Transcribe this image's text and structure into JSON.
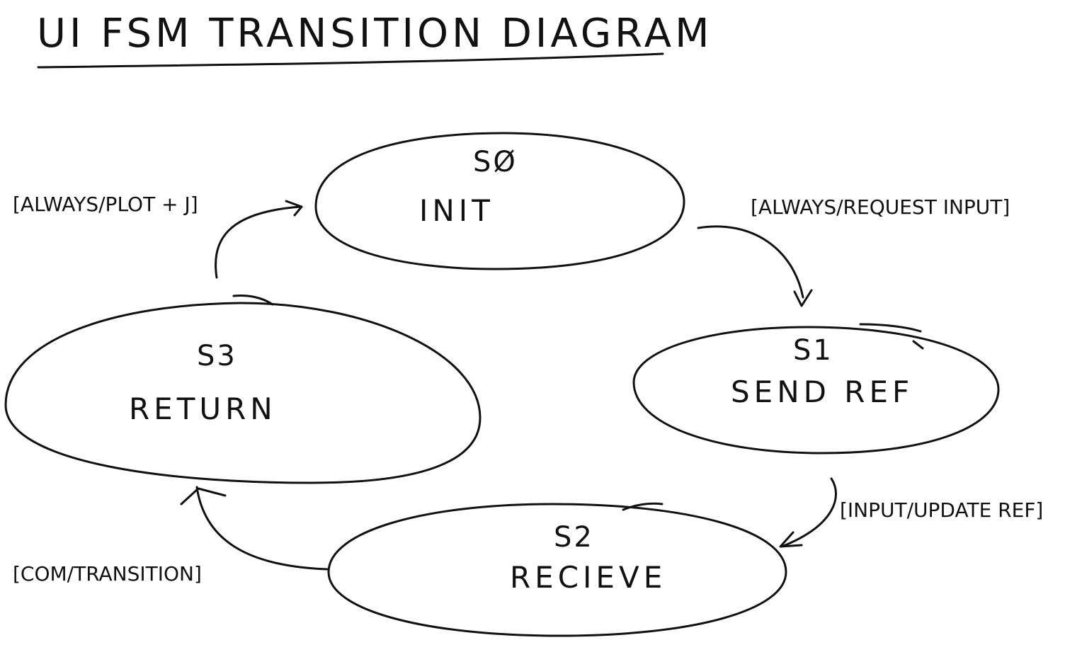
{
  "title": "UI FSM TRANSITION DIAGRAM",
  "states": {
    "s0": {
      "id": "SØ",
      "name": "INIT"
    },
    "s1": {
      "id": "S1",
      "name": "SEND REF"
    },
    "s2": {
      "id": "S2",
      "name": "RECIEVE"
    },
    "s3": {
      "id": "S3",
      "name": "RETURN"
    }
  },
  "transitions": {
    "s0_to_s1": {
      "label": "[ALWAYS/REQUEST INPUT]"
    },
    "s1_to_s2": {
      "label": "[INPUT/UPDATE REF]"
    },
    "s2_to_s3": {
      "label": "[COM/TRANSITION]"
    },
    "s3_to_s0": {
      "label": "[ALWAYS/PLOT + J]"
    }
  },
  "colors": {
    "ink": "#111111",
    "paper": "#ffffff"
  }
}
